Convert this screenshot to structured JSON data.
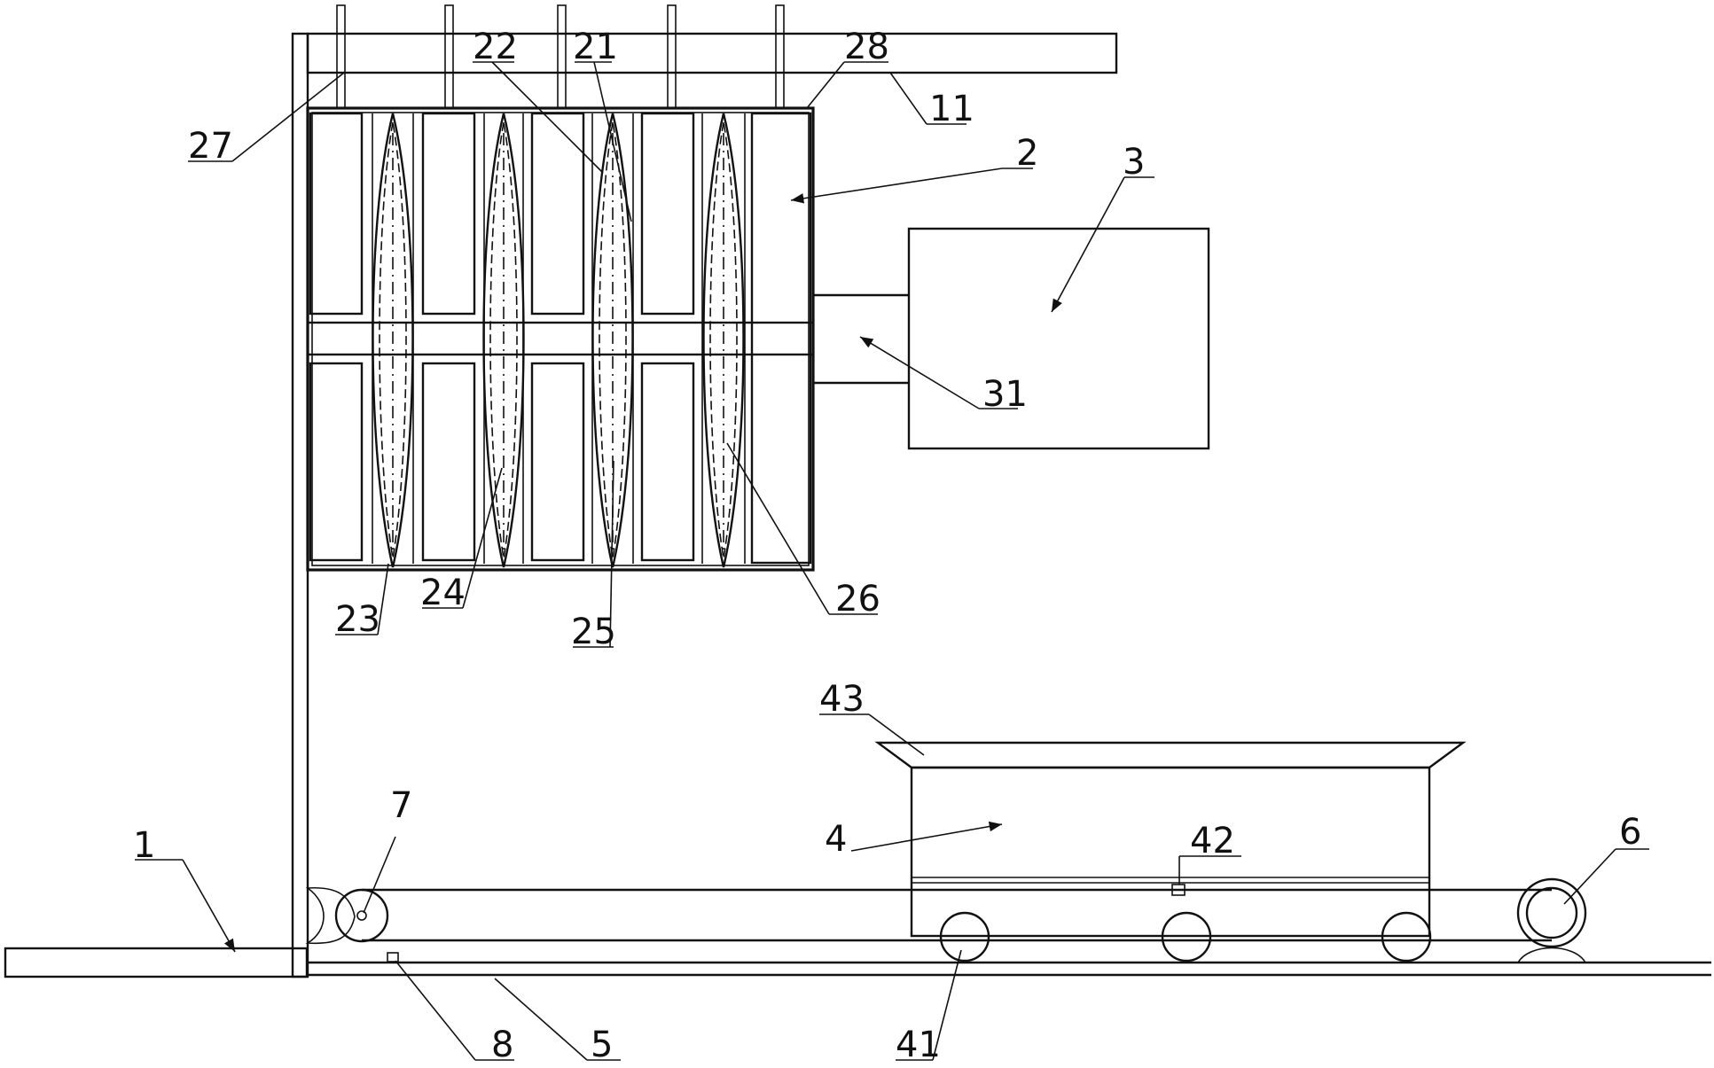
{
  "labels": {
    "l1": "1",
    "l2": "2",
    "l3": "3",
    "l4": "4",
    "l5": "5",
    "l6": "6",
    "l7": "7",
    "l8": "8",
    "l11": "11",
    "l21": "21",
    "l22": "22",
    "l23": "23",
    "l24": "24",
    "l25": "25",
    "l26": "26",
    "l27": "27",
    "l28": "28",
    "l31": "31",
    "l41": "41",
    "l42": "42",
    "l43": "43"
  }
}
